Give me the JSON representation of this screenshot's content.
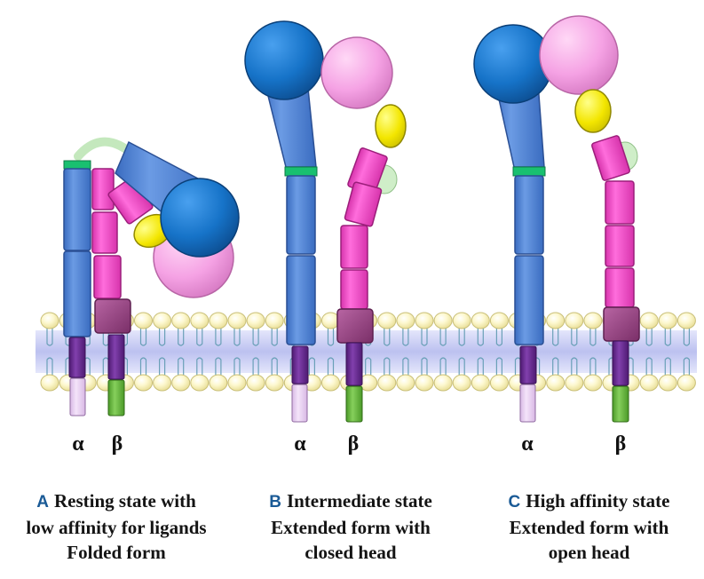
{
  "colors": {
    "alpha_domain": "#4a7fd0",
    "alpha_head": "#1673c8",
    "beta_domain": "#ee48c4",
    "beta_head": "#f5a2e4",
    "psi_domain": "#f3e600",
    "plexin_domain": "#cfeec8",
    "calf_band": "#19c070",
    "membrane_head": "#fbf6c2",
    "transmembrane_alpha": "#6c2a93",
    "transmembrane_beta": "#6c2a93",
    "cytoplasmic_alpha": "#e8ccf0",
    "cytoplasmic_beta": "#63b13c",
    "beta_ti_domain": "#9a4886",
    "caption_letter": "#1a5a96"
  },
  "panels": [
    {
      "id": "A",
      "alpha_label": "α",
      "beta_label": "β",
      "caption": {
        "letter": "A",
        "lines": [
          "Resting state with",
          "low affinity for ligands",
          "Folded form"
        ]
      }
    },
    {
      "id": "B",
      "alpha_label": "α",
      "beta_label": "β",
      "caption": {
        "letter": "B",
        "lines": [
          "Intermediate state",
          "Extended form with",
          "closed head"
        ]
      }
    },
    {
      "id": "C",
      "alpha_label": "α",
      "beta_label": "β",
      "caption": {
        "letter": "C",
        "lines": [
          "High affinity state",
          "Extended form with",
          "open head"
        ]
      }
    }
  ]
}
